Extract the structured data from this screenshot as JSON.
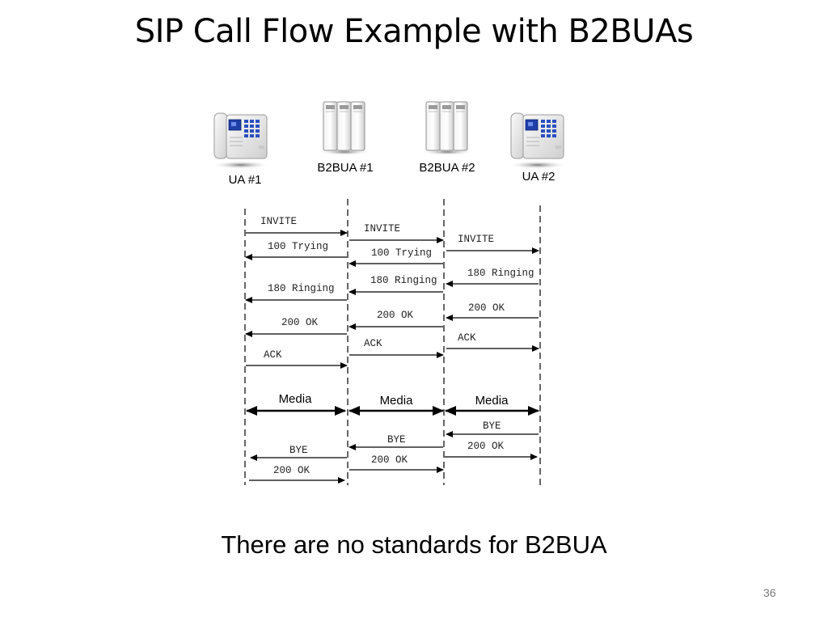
{
  "slide": {
    "title": "SIP Call Flow Example with B2BUAs",
    "caption": "There are no standards for B2BUA",
    "page_number": "36"
  },
  "entities": [
    {
      "label": "UA #1",
      "icon": "desk-phone-icon"
    },
    {
      "label": "B2BUA #1",
      "icon": "server-icon"
    },
    {
      "label": "B2BUA #2",
      "icon": "server-icon"
    },
    {
      "label": "UA #2",
      "icon": "desk-phone-icon"
    }
  ],
  "messages": [
    {
      "label": "INVITE",
      "from": 0,
      "to": 1
    },
    {
      "label": "INVITE",
      "from": 1,
      "to": 2
    },
    {
      "label": "INVITE",
      "from": 2,
      "to": 3
    },
    {
      "label": "100 Trying",
      "from": 1,
      "to": 0
    },
    {
      "label": "100 Trying",
      "from": 2,
      "to": 1
    },
    {
      "label": "180 Ringing",
      "from": 3,
      "to": 2
    },
    {
      "label": "180 Ringing",
      "from": 2,
      "to": 1
    },
    {
      "label": "180 Ringing",
      "from": 1,
      "to": 0
    },
    {
      "label": "200 OK",
      "from": 3,
      "to": 2
    },
    {
      "label": "200 OK",
      "from": 2,
      "to": 1
    },
    {
      "label": "200 OK",
      "from": 1,
      "to": 0
    },
    {
      "label": "ACK",
      "from": 2,
      "to": 3
    },
    {
      "label": "ACK",
      "from": 1,
      "to": 2
    },
    {
      "label": "ACK",
      "from": 0,
      "to": 1
    },
    {
      "label": "BYE",
      "from": 3,
      "to": 2
    },
    {
      "label": "BYE",
      "from": 2,
      "to": 1
    },
    {
      "label": "200 OK",
      "from": 2,
      "to": 3
    },
    {
      "label": "BYE",
      "from": 1,
      "to": 0
    },
    {
      "label": "200 OK",
      "from": 1,
      "to": 2
    },
    {
      "label": "200 OK",
      "from": 0,
      "to": 1
    }
  ],
  "media": [
    {
      "label": "Media",
      "between": [
        0,
        1
      ]
    },
    {
      "label": "Media",
      "between": [
        1,
        2
      ]
    },
    {
      "label": "Media",
      "between": [
        2,
        3
      ]
    }
  ]
}
